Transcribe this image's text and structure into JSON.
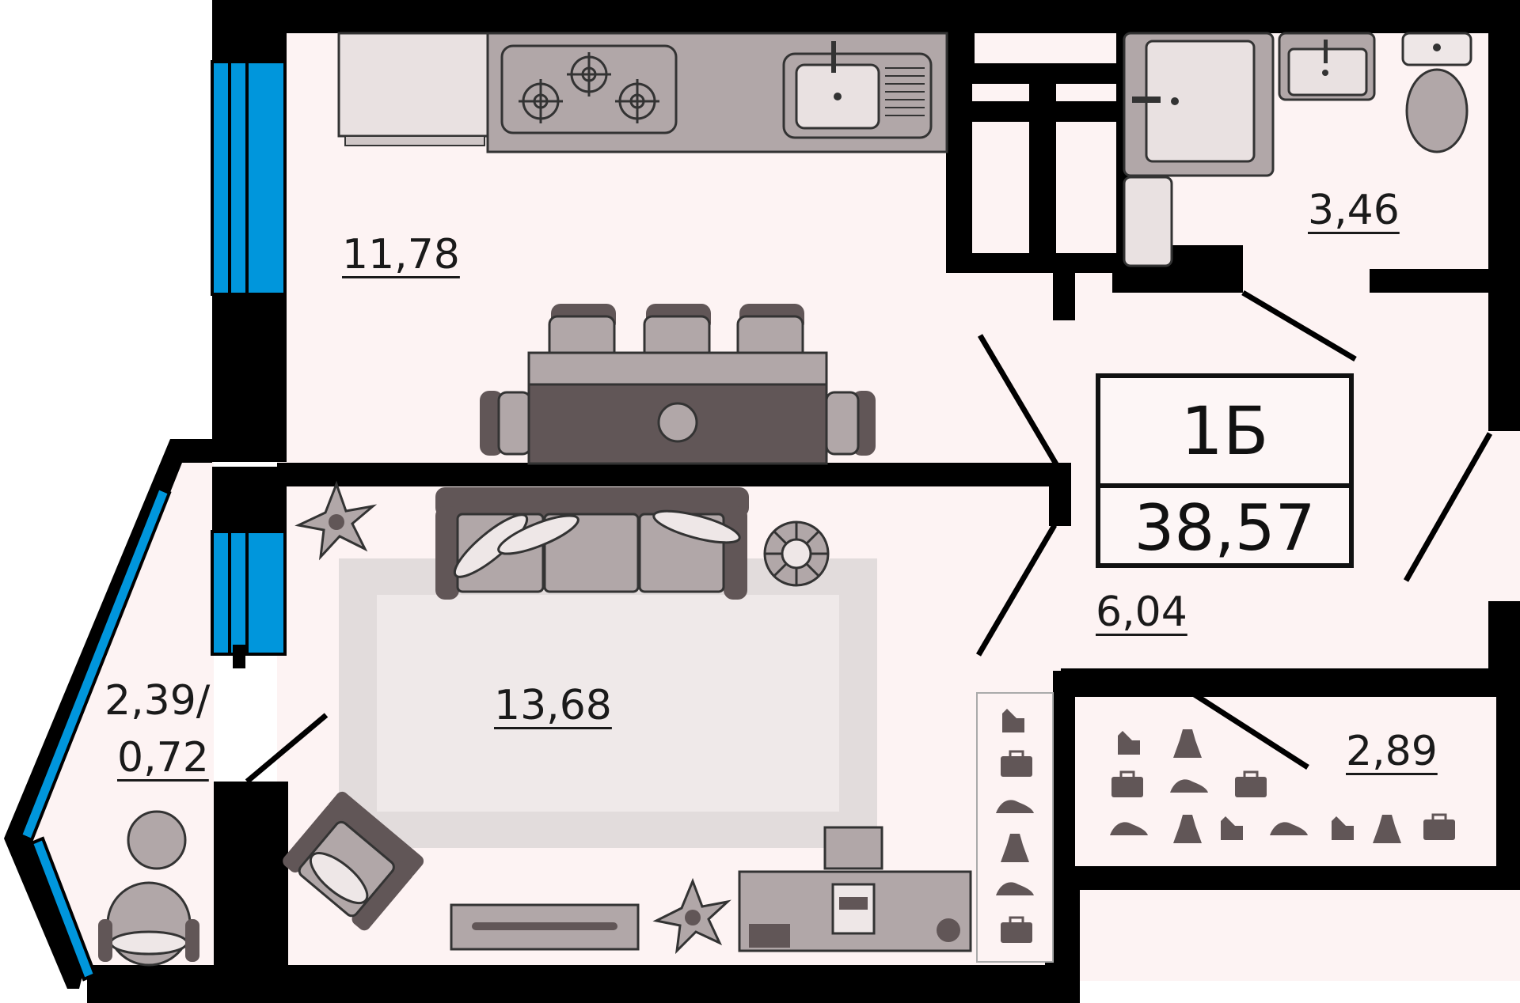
{
  "apartment": {
    "type_label": "1Б",
    "total_area": "38,57"
  },
  "rooms": {
    "kitchen_area": "11,78",
    "bathroom_area": "3,46",
    "hall_area": "6,04",
    "living_area": "13,68",
    "balcony_area_line1": "2,39/",
    "balcony_area_line2": "0,72",
    "wardrobe_area": "2,89"
  },
  "colors": {
    "wall": "#000000",
    "floor": "#fdf3f3",
    "window": "#0096dc",
    "furniture_dark": "#615657",
    "furniture_light": "#b1a7a8",
    "rug": "#e2dcdc"
  }
}
